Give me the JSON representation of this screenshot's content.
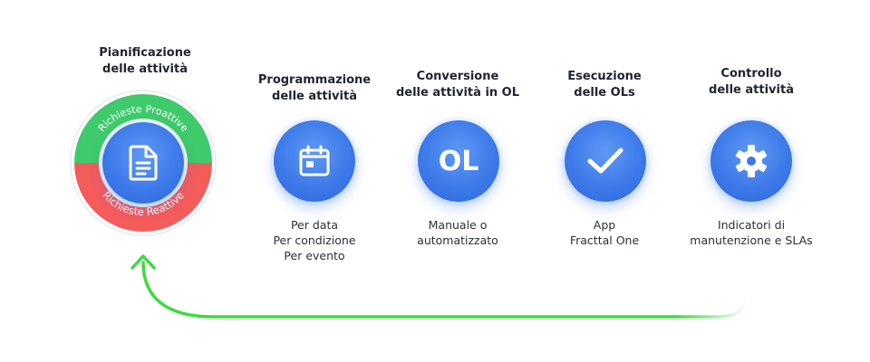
{
  "stages": [
    {
      "title": [
        "Pianificazione",
        "delle attività"
      ],
      "icon": "document-icon",
      "ring_top": "Richieste Proattive",
      "ring_bottom": "Richieste Reattive"
    },
    {
      "title": [
        "Programmazione",
        "delle attività"
      ],
      "icon": "calendar-icon",
      "desc": [
        "Per data",
        "Per condizione",
        "Per evento"
      ]
    },
    {
      "title": [
        "Conversione",
        "delle attività in OL"
      ],
      "icon_text": "OL",
      "desc": [
        "Manuale o",
        "automatizzato"
      ]
    },
    {
      "title": [
        "Esecuzione",
        "delle OLs"
      ],
      "icon": "checkmark-icon",
      "desc": [
        "App",
        "Fracttal One"
      ]
    },
    {
      "title": [
        "Controllo",
        "delle attività"
      ],
      "icon": "gear-icon",
      "desc": [
        "Indicatori di",
        "manutenzione e SLAs"
      ]
    }
  ],
  "colors": {
    "node_blue": "#3b78e8",
    "ring_green": "#3fca6b",
    "ring_red": "#f45b5b",
    "connector_green": "#3ddb3d"
  }
}
